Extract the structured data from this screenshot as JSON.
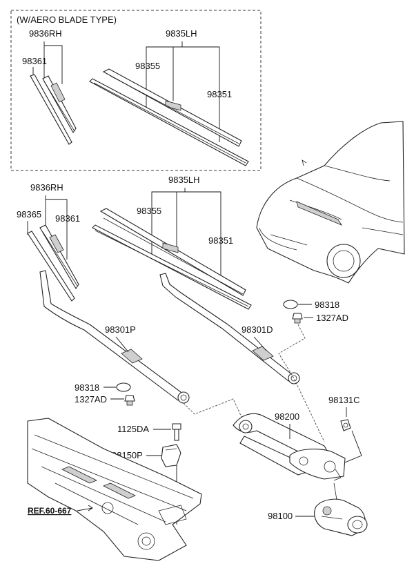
{
  "inset_title": "(W/AERO BLADE TYPE)",
  "labels": {
    "inset_rh_blade": "9836RH",
    "inset_lh_blade": "9835LH",
    "inset_rh_refill": "98361",
    "inset_lh_insert": "98355",
    "inset_lh_refill": "98351",
    "rh_blade": "9836RH",
    "lh_blade": "9835LH",
    "rh_assy": "98365",
    "rh_refill": "98361",
    "lh_insert": "98355",
    "lh_refill": "98351",
    "arm_passenger": "98301P",
    "arm_driver": "98301D",
    "cap_right": "98318",
    "nut_right": "1327AD",
    "cap_left": "98318",
    "nut_left": "1327AD",
    "bolt": "1125DA",
    "bracket": "98150P",
    "linkage": "98200",
    "grommet": "98131C",
    "motor": "98100",
    "reference": "REF.60-667"
  }
}
